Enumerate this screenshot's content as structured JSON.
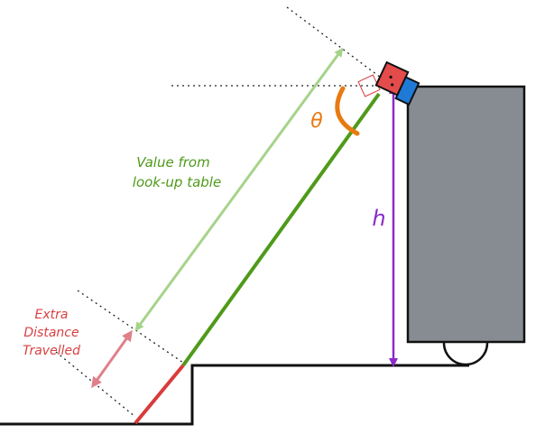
{
  "labels": {
    "value_line1": "Value from",
    "value_line2": "look-up table",
    "extra_line1": "Extra",
    "extra_line2": "Distance",
    "extra_line3": "Travelled",
    "theta": "θ",
    "height": "h"
  },
  "colors": {
    "ground": "#111111",
    "robot_body": "#868c92",
    "green_beam": "#4f9a1a",
    "light_green_arrow": "#a6d38a",
    "red_beam": "#d93b3b",
    "pink_arrow": "#e0808a",
    "purple": "#8a2bc9",
    "orange": "#e87a12",
    "sensor_red": "#e44b4b",
    "sensor_blue": "#1f7ad6",
    "green_text": "#4f9a1a",
    "red_text": "#d94040",
    "guide_dots": "#222222"
  }
}
